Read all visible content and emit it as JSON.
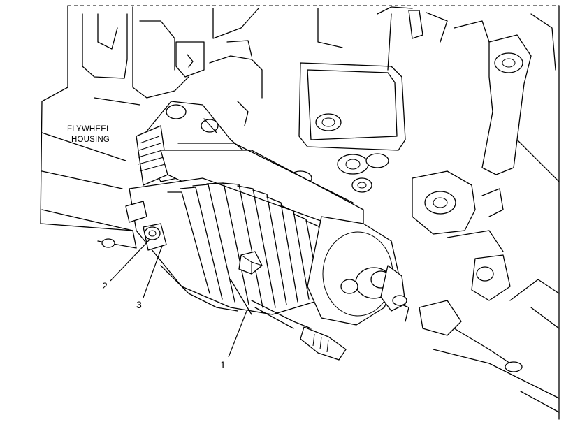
{
  "labels": {
    "housing_line1": "FLYWHEEL",
    "housing_line2": "HOUSING"
  },
  "callouts": [
    {
      "id": "1",
      "text": "1"
    },
    {
      "id": "2",
      "text": "2"
    },
    {
      "id": "3",
      "text": "3"
    }
  ]
}
